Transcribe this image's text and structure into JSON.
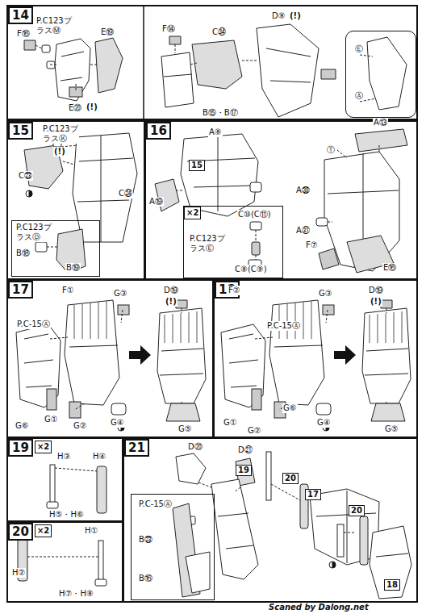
{
  "diagram": {
    "nodes": [
      {
        "text": [
          "14"
        ]
      },
      {
        "text": [
          "Ⓔ",
          "Ⓐ"
        ],
        "in": 0
      },
      {
        "text": [
          "15"
        ]
      },
      {
        "text": [
          "P.C123プラスⒹ",
          "B⑱",
          "B⑲"
        ],
        "in": 2
      },
      {
        "text": [
          "16"
        ]
      },
      {
        "text": [
          "×2",
          "C⑩(C⑪)",
          "P.C123プラスⒺ",
          "C⑧(C⑨)"
        ],
        "in": 4
      },
      {
        "text": [
          "17"
        ]
      },
      {
        "text": [
          "18"
        ]
      },
      {
        "text": [
          "19",
          "×2"
        ]
      },
      {
        "text": [
          "20",
          "×2"
        ]
      },
      {
        "text": [
          "21"
        ]
      },
      {
        "text": [
          "P.C-15Ⓐ",
          "B㉓",
          "B⑯"
        ],
        "in": 10
      }
    ],
    "labels": [
      "F⑯",
      "P.C123プラスⓂ",
      "E⑲",
      "E⑳",
      "(!)",
      "F⑭",
      "C㉞",
      "D⑧",
      "(!)",
      "B⑮・B⑰",
      "P.C123プラスⓀ",
      "(!)",
      "C㉓",
      "C㉔",
      "A⑧",
      "15",
      "A⑲",
      "A⑬",
      "Ⓣ",
      "A㉚",
      "A㉛",
      "F⑦",
      "E⑯",
      "F①",
      "P.C-15Ⓐ",
      "G③",
      "D⑲",
      "(!)",
      "G⑥",
      "G①",
      "G②",
      "G④",
      "G⑤",
      "F②",
      "P.C-15Ⓐ",
      "G③",
      "D⑲",
      "(!)",
      "G⑥",
      "G①",
      "G④",
      "G⑤",
      "G②",
      "H③",
      "H④",
      "H⑤・H⑥",
      "H①",
      "H②",
      "H⑦・H⑧",
      "D⑳",
      "D㉑",
      "19",
      "20",
      "17",
      "20",
      "18",
      "Scaned by Dalong.net"
    ]
  }
}
